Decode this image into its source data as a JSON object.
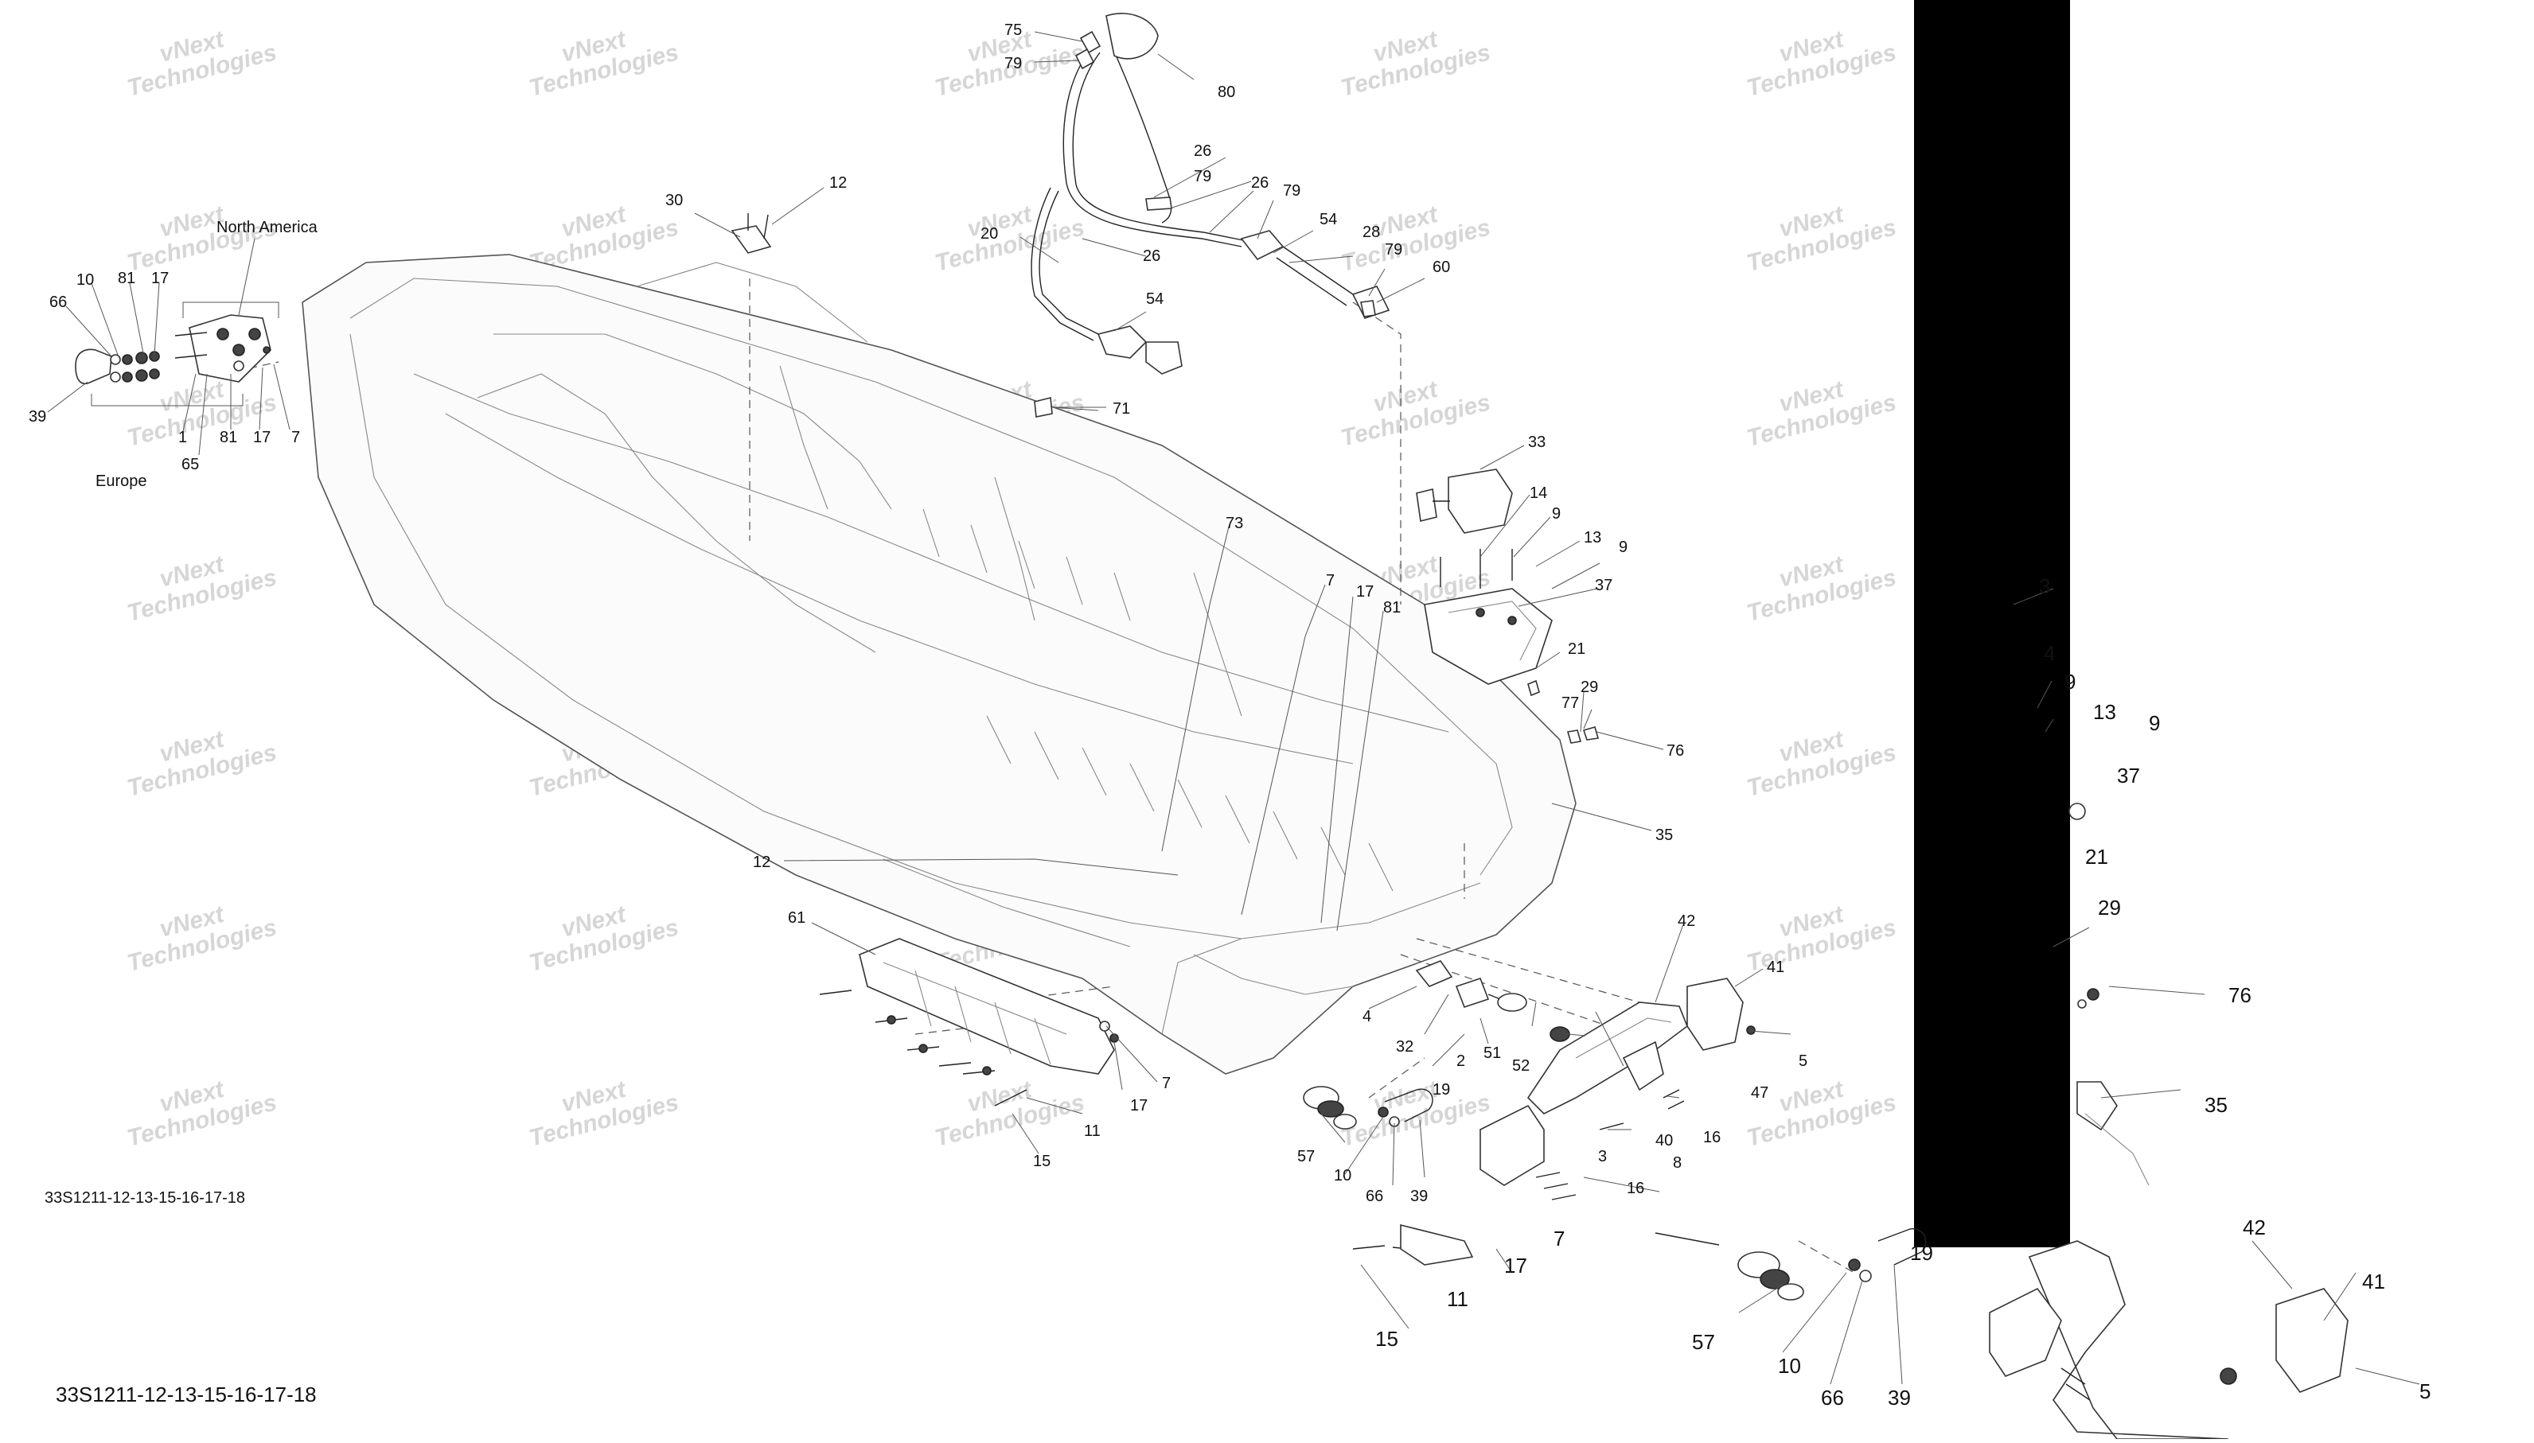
{
  "drawing": {
    "code": "33S1211-12-13-15-16-17-18",
    "watermark": "vNext\nTechnologies",
    "region_labels": {
      "north_america": "North America",
      "europe": "Europe"
    }
  },
  "callouts_main": [
    {
      "id": "c75",
      "label": "75"
    },
    {
      "id": "c79a",
      "label": "79"
    },
    {
      "id": "c80",
      "label": "80"
    },
    {
      "id": "c26a",
      "label": "26"
    },
    {
      "id": "c79b",
      "label": "79"
    },
    {
      "id": "c26b",
      "label": "26"
    },
    {
      "id": "c79c",
      "label": "79"
    },
    {
      "id": "c28",
      "label": "28"
    },
    {
      "id": "c54a",
      "label": "54"
    },
    {
      "id": "c20",
      "label": "20"
    },
    {
      "id": "c26c",
      "label": "26"
    },
    {
      "id": "c79d",
      "label": "79"
    },
    {
      "id": "c60",
      "label": "60"
    },
    {
      "id": "c54b",
      "label": "54"
    },
    {
      "id": "c71",
      "label": "71"
    },
    {
      "id": "c30",
      "label": "30"
    },
    {
      "id": "c12a",
      "label": "12"
    },
    {
      "id": "c10a",
      "label": "10"
    },
    {
      "id": "c81a",
      "label": "81"
    },
    {
      "id": "c17a",
      "label": "17"
    },
    {
      "id": "c66a",
      "label": "66"
    },
    {
      "id": "c39a",
      "label": "39"
    },
    {
      "id": "c1",
      "label": "1"
    },
    {
      "id": "c81b",
      "label": "81"
    },
    {
      "id": "c17b",
      "label": "17"
    },
    {
      "id": "c7a",
      "label": "7"
    },
    {
      "id": "c65",
      "label": "65"
    },
    {
      "id": "c33",
      "label": "33"
    },
    {
      "id": "c14",
      "label": "14"
    },
    {
      "id": "c9a",
      "label": "9"
    },
    {
      "id": "c13",
      "label": "13"
    },
    {
      "id": "c9b",
      "label": "9"
    },
    {
      "id": "c37",
      "label": "37"
    },
    {
      "id": "c21",
      "label": "21"
    },
    {
      "id": "c29",
      "label": "29"
    },
    {
      "id": "c77",
      "label": "77"
    },
    {
      "id": "c76",
      "label": "76"
    },
    {
      "id": "c35",
      "label": "35"
    },
    {
      "id": "c73",
      "label": "73"
    },
    {
      "id": "c7b",
      "label": "7"
    },
    {
      "id": "c17c",
      "label": "17"
    },
    {
      "id": "c81c",
      "label": "81"
    },
    {
      "id": "c12b",
      "label": "12"
    },
    {
      "id": "c61",
      "label": "61"
    },
    {
      "id": "c17d",
      "label": "17"
    },
    {
      "id": "c7c",
      "label": "7"
    },
    {
      "id": "c11",
      "label": "11"
    },
    {
      "id": "c15",
      "label": "15"
    },
    {
      "id": "c42",
      "label": "42"
    },
    {
      "id": "c41",
      "label": "41"
    },
    {
      "id": "c5",
      "label": "5"
    },
    {
      "id": "c4",
      "label": "4"
    },
    {
      "id": "c32",
      "label": "32"
    },
    {
      "id": "c2",
      "label": "2"
    },
    {
      "id": "c51",
      "label": "51"
    },
    {
      "id": "c52",
      "label": "52"
    },
    {
      "id": "c47",
      "label": "47"
    },
    {
      "id": "c19",
      "label": "19"
    },
    {
      "id": "c16a",
      "label": "16"
    },
    {
      "id": "c40",
      "label": "40"
    },
    {
      "id": "c3",
      "label": "3"
    },
    {
      "id": "c8",
      "label": "8"
    },
    {
      "id": "c16b",
      "label": "16"
    },
    {
      "id": "c57",
      "label": "57"
    },
    {
      "id": "c10b",
      "label": "10"
    },
    {
      "id": "c66b",
      "label": "66"
    },
    {
      "id": "c39b",
      "label": "39"
    }
  ],
  "callouts_zoom": [
    {
      "id": "z3",
      "label": "3"
    },
    {
      "id": "z4",
      "label": "4"
    },
    {
      "id": "z9a",
      "label": "9"
    },
    {
      "id": "z13",
      "label": "13"
    },
    {
      "id": "z9b",
      "label": "9"
    },
    {
      "id": "z37",
      "label": "37"
    },
    {
      "id": "z21",
      "label": "21"
    },
    {
      "id": "z29",
      "label": "29"
    },
    {
      "id": "z76",
      "label": "76"
    },
    {
      "id": "z35",
      "label": "35"
    },
    {
      "id": "z19",
      "label": "19"
    },
    {
      "id": "z42",
      "label": "42"
    },
    {
      "id": "z41",
      "label": "41"
    },
    {
      "id": "z5",
      "label": "5"
    },
    {
      "id": "z7",
      "label": "7"
    },
    {
      "id": "z17",
      "label": "17"
    },
    {
      "id": "z11",
      "label": "11"
    },
    {
      "id": "z15",
      "label": "15"
    },
    {
      "id": "z57",
      "label": "57"
    },
    {
      "id": "z10",
      "label": "10"
    },
    {
      "id": "z66",
      "label": "66"
    },
    {
      "id": "z39",
      "label": "39"
    }
  ],
  "colors": {
    "ink": "#111111",
    "watermark": "#d6d6d6",
    "redaction_block": "#000000",
    "background": "#ffffff"
  }
}
